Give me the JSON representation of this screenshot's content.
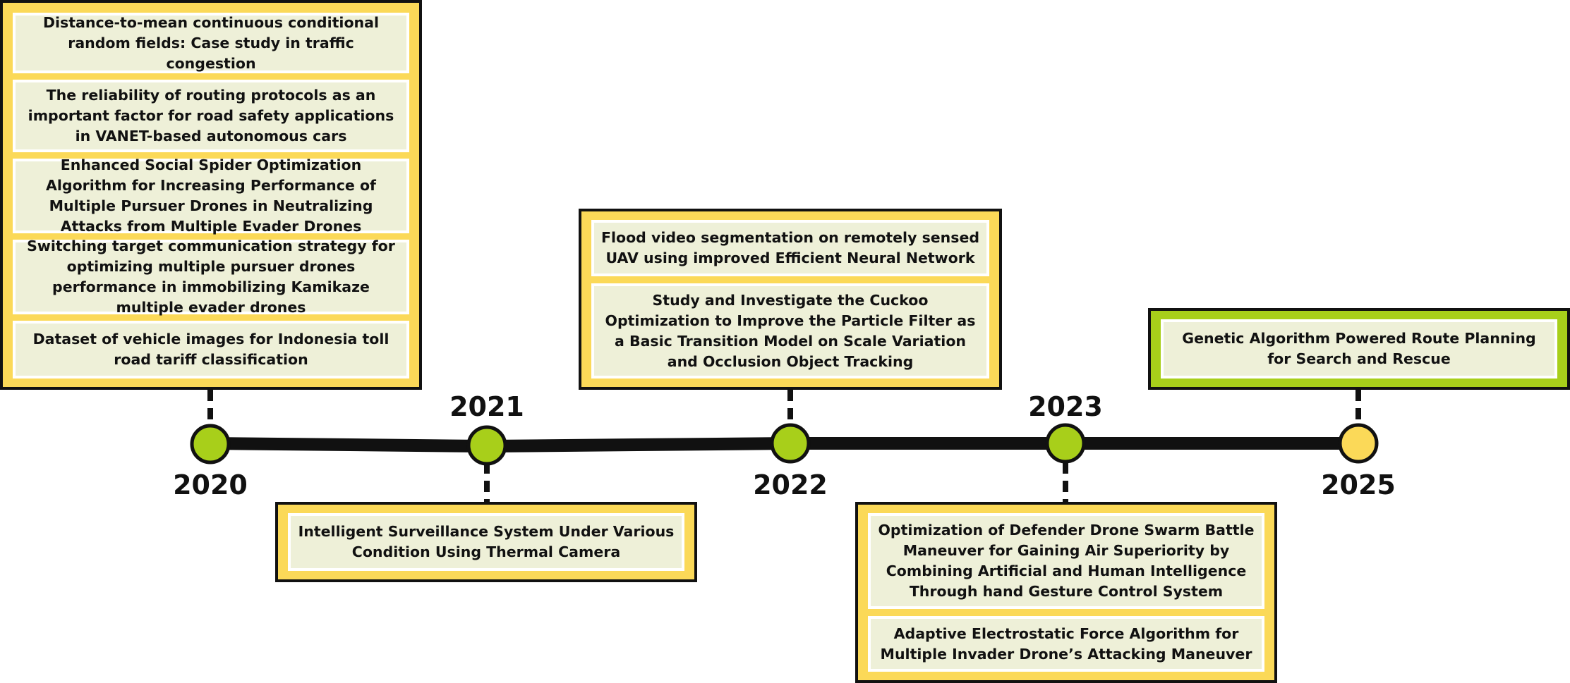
{
  "timeline": {
    "colors": {
      "node_green": "#a8cf1a",
      "node_yellow": "#fbd958",
      "box_yellow": "#fbd958",
      "box_green": "#a8cf1a",
      "item_fill": "#eef0d8",
      "line": "#111111"
    },
    "years": [
      "2020",
      "2021",
      "2022",
      "2023",
      "2025"
    ],
    "groups": [
      {
        "year": "2020",
        "items": [
          "Distance-to-mean continuous conditional random fields: Case study in traffic congestion",
          "The reliability of routing protocols as an important factor for road safety applications in VANET-based autonomous cars",
          "Enhanced Social Spider Optimization Algorithm for Increasing Performance of Multiple Pursuer Drones in Neutralizing Attacks from Multiple Evader Drones",
          "Switching target communication strategy for optimizing multiple pursuer drones performance in immobilizing Kamikaze multiple evader drones",
          "Dataset of vehicle images for Indonesia toll road tariff classification"
        ]
      },
      {
        "year": "2021",
        "items": [
          "Intelligent Surveillance System Under Various Condition Using Thermal Camera"
        ]
      },
      {
        "year": "2022",
        "items": [
          "Flood video segmentation on remotely sensed UAV using improved Efficient Neural Network",
          "Study and Investigate the Cuckoo Optimization to Improve the Particle Filter as a Basic Transition Model on Scale Variation and Occlusion Object Tracking"
        ]
      },
      {
        "year": "2023",
        "items": [
          "Optimization of Defender Drone Swarm Battle Maneuver for Gaining Air Superiority by Combining Artificial and Human Intelligence Through hand Gesture Control System",
          "Adaptive Electrostatic Force Algorithm for Multiple Invader Drone’s Attacking Maneuver"
        ]
      },
      {
        "year": "2025",
        "items": [
          "Genetic Algorithm Powered Route Planning for Search and Rescue"
        ]
      }
    ]
  }
}
